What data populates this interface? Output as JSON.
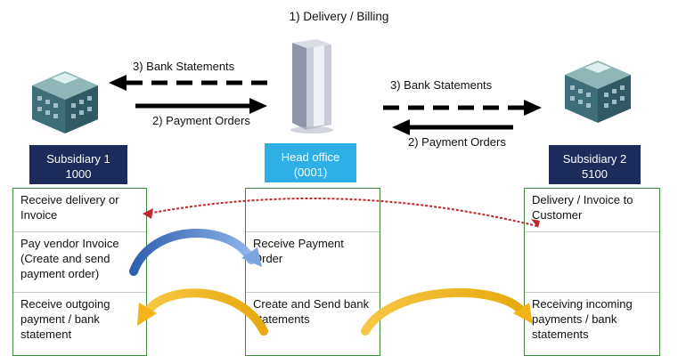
{
  "title": "1) Delivery / Billing",
  "arrows": {
    "left_statements": "3) Bank Statements",
    "left_payments": "2) Payment Orders",
    "right_statements": "3) Bank Statements",
    "right_payments": "2) Payment Orders"
  },
  "entities": {
    "sub1": {
      "name": "Subsidiary 1",
      "code": "1000"
    },
    "head": {
      "name": "Head office",
      "code": "(0001)"
    },
    "sub2": {
      "name": "Subsidiary 2",
      "code": "5100"
    }
  },
  "columns": {
    "sub1": [
      "Receive delivery or Invoice",
      "Pay vendor Invoice (Create and send payment order)",
      "Receive outgoing payment / bank statement"
    ],
    "head": [
      "",
      "Receive Payment Order",
      "Create and Send bank statements"
    ],
    "sub2": [
      "Delivery / Invoice to Customer",
      "",
      "Receiving incoming payments / bank statements"
    ]
  },
  "colors": {
    "dark_tag": "#1d2a5c",
    "light_tag": "#2eb0e6",
    "column_border": "#3f8a3f",
    "flow_red": "#c0262b",
    "flow_blue": "#3a78c8",
    "flow_gold": "#f2b417"
  },
  "icons": [
    "building-icon",
    "tower-icon",
    "building-icon"
  ]
}
